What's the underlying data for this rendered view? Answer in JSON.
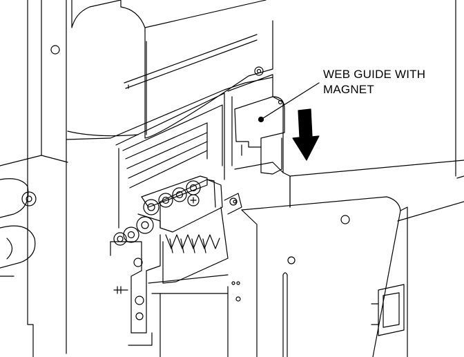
{
  "callout": {
    "line1": "WEB GUIDE WITH",
    "line2": "MAGNET"
  },
  "colors": {
    "line": "#000000",
    "background": "#ffffff"
  },
  "icons": {
    "arrow": "down-arrow-icon",
    "leader": "leader-line"
  }
}
